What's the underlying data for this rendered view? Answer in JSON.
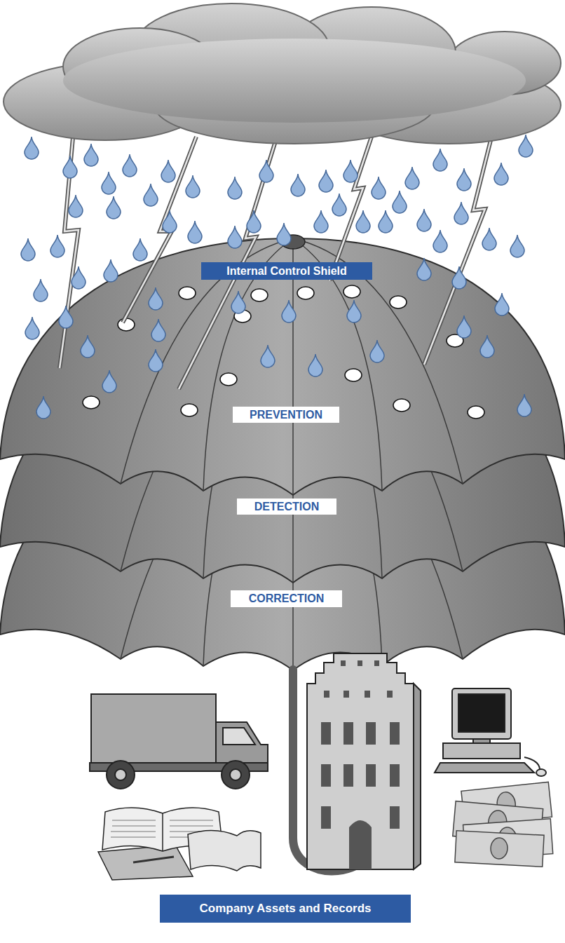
{
  "diagram": {
    "nodes": [
      {
        "text": [
          "Internal Control Shield"
        ]
      },
      {
        "text": [
          "PREVENTION"
        ]
      },
      {
        "text": [
          "DETECTION"
        ]
      },
      {
        "text": [
          "CORRECTION"
        ]
      },
      {
        "text": [
          "Company Assets and Records"
        ]
      }
    ]
  }
}
